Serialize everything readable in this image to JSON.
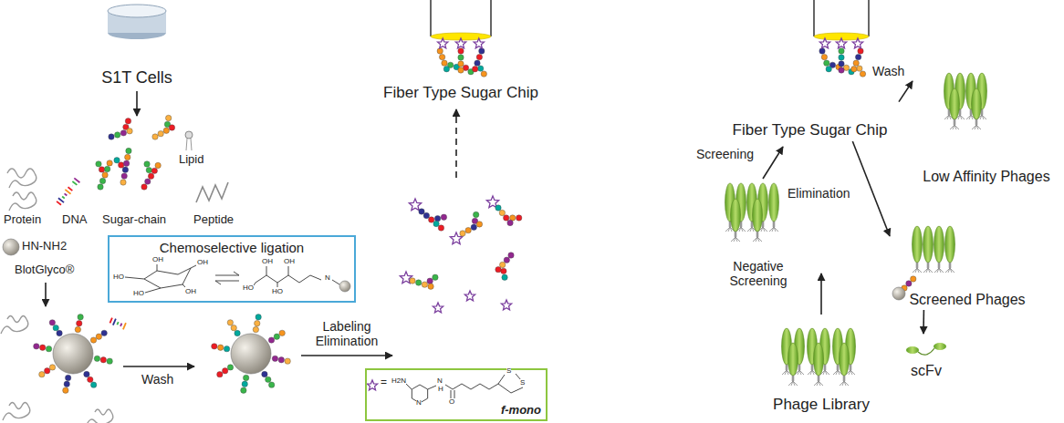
{
  "diagram": {
    "nodes": [
      {
        "text": [
          "S1T Cells"
        ]
      },
      {
        "text": [
          "Chemoselective ligation"
        ]
      },
      {
        "text": [
          "f-mono"
        ]
      },
      {
        "text": [
          "Fiber Type Sugar Chip"
        ]
      },
      {
        "text": [
          "Phage Library"
        ]
      },
      {
        "text": [
          "Fiber Type Sugar Chip"
        ]
      },
      {
        "text": [
          "Low Affinity Phages"
        ]
      },
      {
        "text": [
          "Screened Phages"
        ]
      },
      {
        "text": [
          "scFv"
        ]
      }
    ],
    "edges": [
      {
        "from": 5,
        "to": 6,
        "label": "Wash",
        "arrow": "to"
      },
      {
        "from": 5,
        "to": 7,
        "label": "Elimination",
        "arrow": "to"
      },
      {
        "from": 7,
        "to": 8,
        "arrow": "to"
      }
    ],
    "labels": [
      "Protein",
      "DNA",
      "Sugar-chain",
      "Peptide",
      "Lipid",
      "HN-NH2",
      "BlotGlyco®",
      "Wash",
      "Labeling Elimination",
      "Negative Screening",
      "Screening",
      "HO",
      "HO",
      "OH",
      "OH",
      "OH",
      "HO",
      "HO",
      "OH",
      "OH",
      "N",
      "=",
      "H2N",
      "N",
      "N",
      "H",
      "O",
      "S",
      "S"
    ]
  }
}
